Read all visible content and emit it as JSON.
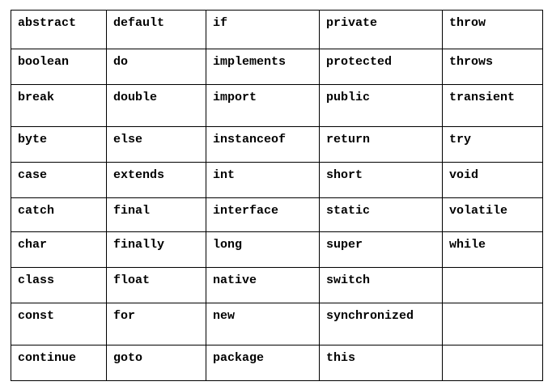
{
  "keywords_table": {
    "rows": [
      [
        "abstract",
        "default",
        "if",
        "private",
        "throw"
      ],
      [
        "boolean",
        "do",
        "implements",
        "protected",
        "throws"
      ],
      [
        "break",
        "double",
        "import",
        "public",
        "transient"
      ],
      [
        "byte",
        "else",
        "instanceof",
        "return",
        "try"
      ],
      [
        "case",
        "extends",
        "int",
        "short",
        "void"
      ],
      [
        "catch",
        "final",
        "interface",
        "static",
        "volatile"
      ],
      [
        "char",
        "finally",
        "long",
        "super",
        "while"
      ],
      [
        "class",
        "float",
        "native",
        "switch",
        ""
      ],
      [
        "const",
        "for",
        "new",
        "synchronized",
        ""
      ],
      [
        "continue",
        "goto",
        "package",
        "this",
        ""
      ]
    ]
  }
}
